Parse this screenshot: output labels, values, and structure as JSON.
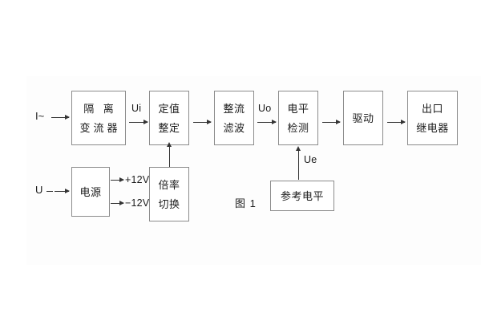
{
  "figure": {
    "caption": "图 1",
    "background_color": "#fdfdfd",
    "box_border_color": "#8c8c8c",
    "line_color": "#333333"
  },
  "inputs": {
    "current": "I~",
    "voltage": "U"
  },
  "signal_labels": {
    "ui": "Ui",
    "uo": "Uo",
    "ue": "Ue"
  },
  "power_rails": {
    "positive": "+12V",
    "negative": "−12V"
  },
  "blocks": [
    {
      "id": "isolation-transformer",
      "line1": "隔 离",
      "line2": "变流器"
    },
    {
      "id": "setting-adjustment",
      "line1": "定值",
      "line2": "整定"
    },
    {
      "id": "rectifier-filter",
      "line1": "整流",
      "line2": "滤波"
    },
    {
      "id": "level-detection",
      "line1": "电平",
      "line2": "检测"
    },
    {
      "id": "driver",
      "line1": "驱动",
      "line2": ""
    },
    {
      "id": "output-relay",
      "line1": "出口",
      "line2": "继电器"
    },
    {
      "id": "power-supply",
      "line1": "电源",
      "line2": ""
    },
    {
      "id": "multiplier-switch",
      "line1": "倍率",
      "line2": "切换"
    },
    {
      "id": "reference-level",
      "line1": "参考电平",
      "line2": ""
    }
  ]
}
